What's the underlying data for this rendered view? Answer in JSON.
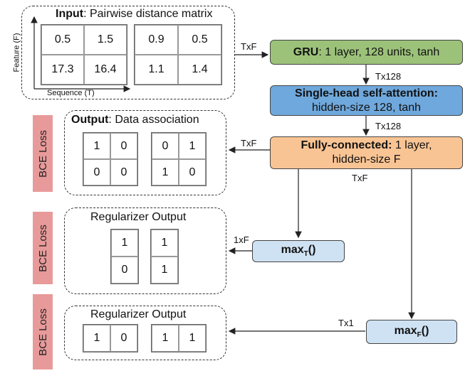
{
  "input": {
    "title_bold": "Input",
    "title_rest": ": Pairwise distance matrix",
    "axis_feature": "Feature (F)",
    "axis_sequence": "Sequence (T)",
    "matrix_a": [
      [
        "0.5",
        "1.5"
      ],
      [
        "17.3",
        "16.4"
      ]
    ],
    "matrix_b": [
      [
        "0.9",
        "0.5"
      ],
      [
        "1.1",
        "1.4"
      ]
    ]
  },
  "gru": {
    "bold": "GRU",
    "rest": ": 1 layer, 128 units, tanh",
    "color": "#9cc27a"
  },
  "attention": {
    "line1": "Single-head self-attention:",
    "line2": "hidden-size 128, tanh",
    "color": "#6fa8dc"
  },
  "fc": {
    "bold": "Fully-connected:",
    "rest": " 1 layer,",
    "line2": "hidden-size F",
    "color": "#f9c494"
  },
  "max_t": {
    "text": "max",
    "sub": "T",
    "suffix": "()",
    "color": "#cfe2f3"
  },
  "max_f": {
    "text": "max",
    "sub": "F",
    "suffix": "()",
    "color": "#cfe2f3"
  },
  "output": {
    "title_bold": "Output",
    "title_rest": ": Data association",
    "matrix_a": [
      [
        "1",
        "0"
      ],
      [
        "0",
        "0"
      ]
    ],
    "matrix_b": [
      [
        "0",
        "1"
      ],
      [
        "1",
        "0"
      ]
    ]
  },
  "reg1": {
    "title": "Regularizer Output",
    "col_a": [
      "1",
      "0"
    ],
    "col_b": [
      "1",
      "1"
    ]
  },
  "reg2": {
    "title": "Regularizer Output",
    "row_a": [
      "1",
      "0"
    ],
    "row_b": [
      "1",
      "1"
    ]
  },
  "loss_label": "BCE Loss",
  "loss_color": "#e89a9a",
  "edge_labels": {
    "in_to_gru": "TxF",
    "gru_to_att": "Tx128",
    "att_to_fc": "Tx128",
    "fc_to_out": "TxF",
    "fc_below": "TxF",
    "maxt_to_reg": "1xF",
    "maxf_to_reg": "Tx1"
  }
}
